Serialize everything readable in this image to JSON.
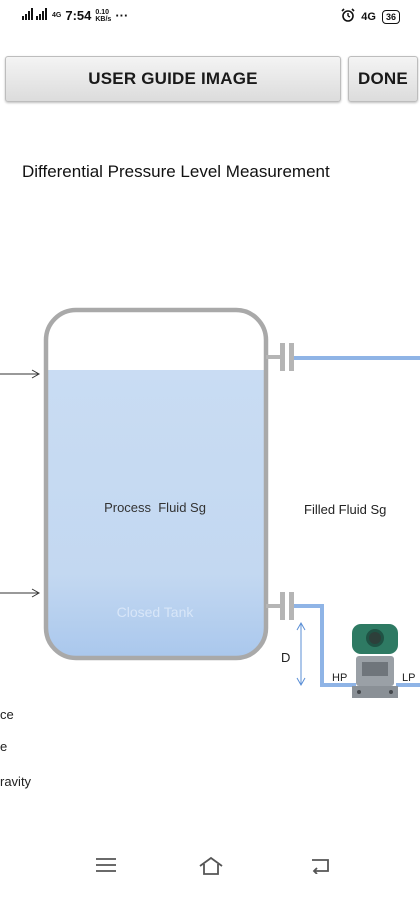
{
  "status_bar": {
    "time": "7:54",
    "net_left": "4G",
    "speed_value": "0.10",
    "speed_unit": "KB/s",
    "more": "···",
    "net_right": "4G",
    "battery": "36"
  },
  "toolbar": {
    "guide_label": "USER GUIDE IMAGE",
    "done_label": "DONE"
  },
  "page": {
    "title": "Differential Pressure Level Measurement"
  },
  "diagram": {
    "process_fluid_label": "Process  Fluid Sg",
    "filled_fluid_label": "Filled Fluid Sg",
    "tank_label": "Closed Tank",
    "distance_label": "D",
    "hp_label": "HP",
    "lp_label": "LP",
    "partial_labels": [
      "ce",
      "e",
      "ravity"
    ],
    "colors": {
      "fluid": "#c4d9f2",
      "pipe": "#8fb4e6",
      "tank_border": "#a9a9a9"
    }
  },
  "nav": {
    "icons": [
      "menu-icon",
      "home-icon",
      "back-icon"
    ]
  }
}
